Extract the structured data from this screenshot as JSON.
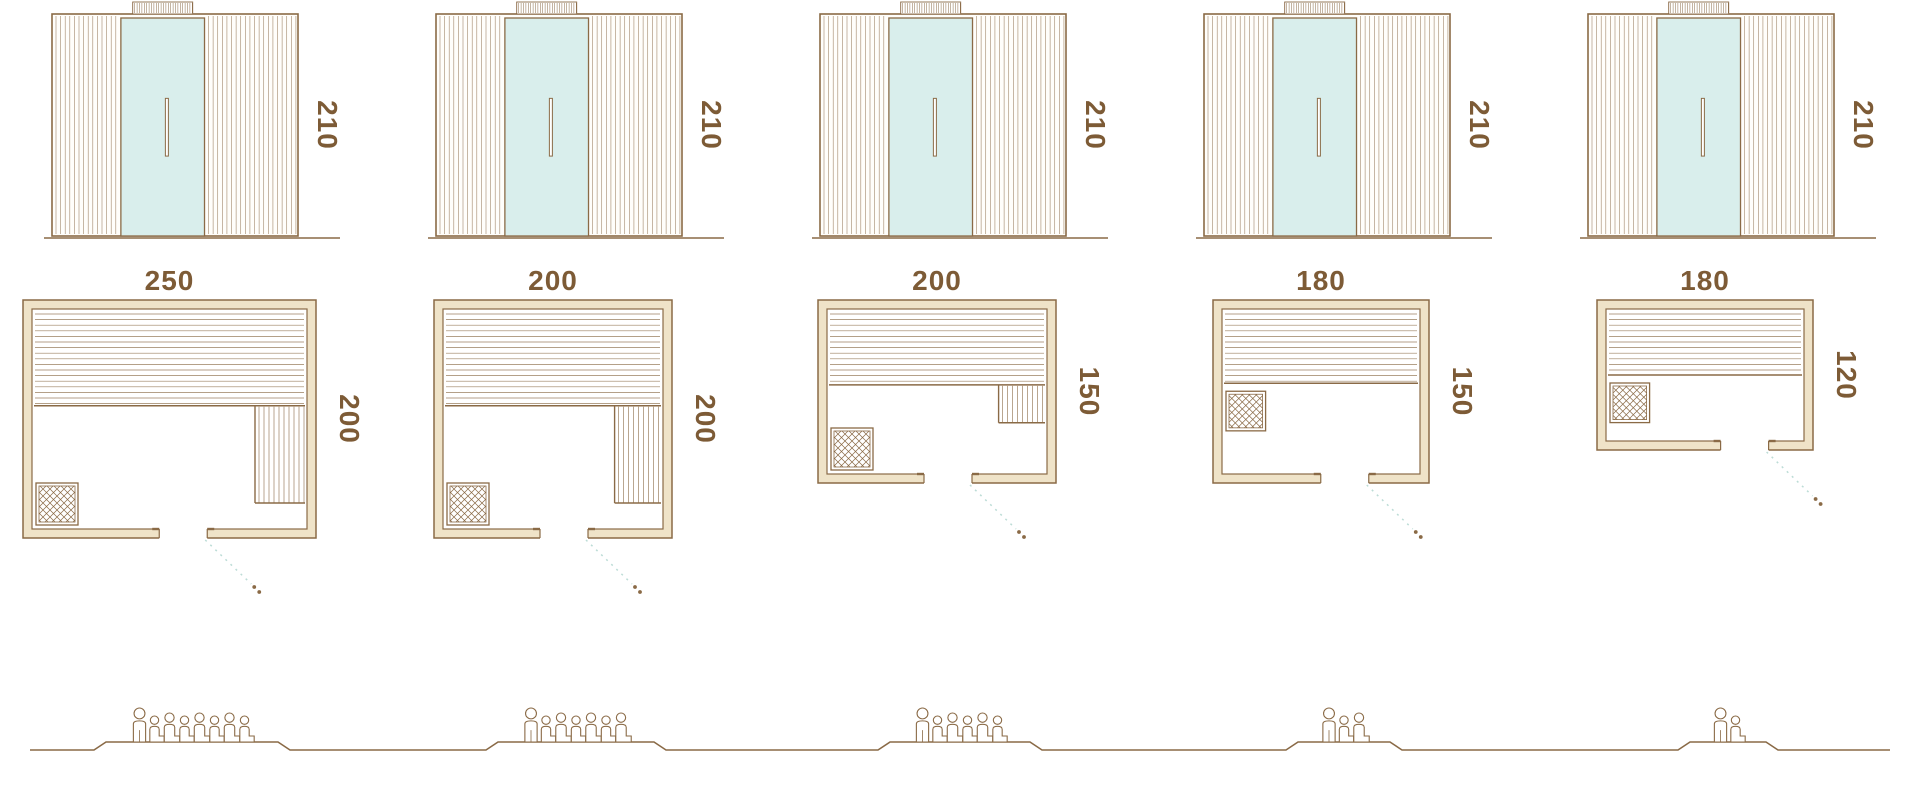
{
  "colors": {
    "line": "#8a6a46",
    "label": "#7d5b36",
    "glass": "#d9eeec",
    "wall_fill": "#efe3c8",
    "panel_fill": "#fffefb",
    "swing": "#bcdcd6"
  },
  "models": [
    {
      "width_label": "250",
      "depth_label": "200",
      "height_label": "210",
      "width_cm": 250,
      "depth_cm": 200,
      "height_cm": 210,
      "capacity": 8,
      "plan": {
        "bench_frac": 0.44,
        "right_bench_frac": 1,
        "heater_position": "bottom",
        "door_x": 0.55
      }
    },
    {
      "width_label": "200",
      "depth_label": "200",
      "height_label": "210",
      "width_cm": 200,
      "depth_cm": 200,
      "height_cm": 210,
      "capacity": 7,
      "plan": {
        "bench_frac": 0.44,
        "right_bench_frac": 1,
        "heater_position": "bottom",
        "door_x": 0.55
      }
    },
    {
      "width_label": "200",
      "depth_label": "150",
      "height_label": "210",
      "width_cm": 200,
      "depth_cm": 150,
      "height_cm": 210,
      "capacity": 6,
      "plan": {
        "bench_frac": 0.46,
        "right_bench_frac": 0.6,
        "heater_position": "bottom",
        "door_x": 0.55
      }
    },
    {
      "width_label": "180",
      "depth_label": "150",
      "height_label": "210",
      "width_cm": 180,
      "depth_cm": 150,
      "height_cm": 210,
      "capacity": 3,
      "plan": {
        "bench_frac": 0.45,
        "right_bench_frac": 0,
        "heater_position": "under-bench",
        "door_x": 0.62
      }
    },
    {
      "width_label": "180",
      "depth_label": "120",
      "height_label": "210",
      "width_cm": 180,
      "depth_cm": 120,
      "height_cm": 210,
      "capacity": 2,
      "plan": {
        "bench_frac": 0.5,
        "right_bench_frac": 0,
        "heater_position": "under-bench",
        "door_x": 0.7
      }
    }
  ]
}
